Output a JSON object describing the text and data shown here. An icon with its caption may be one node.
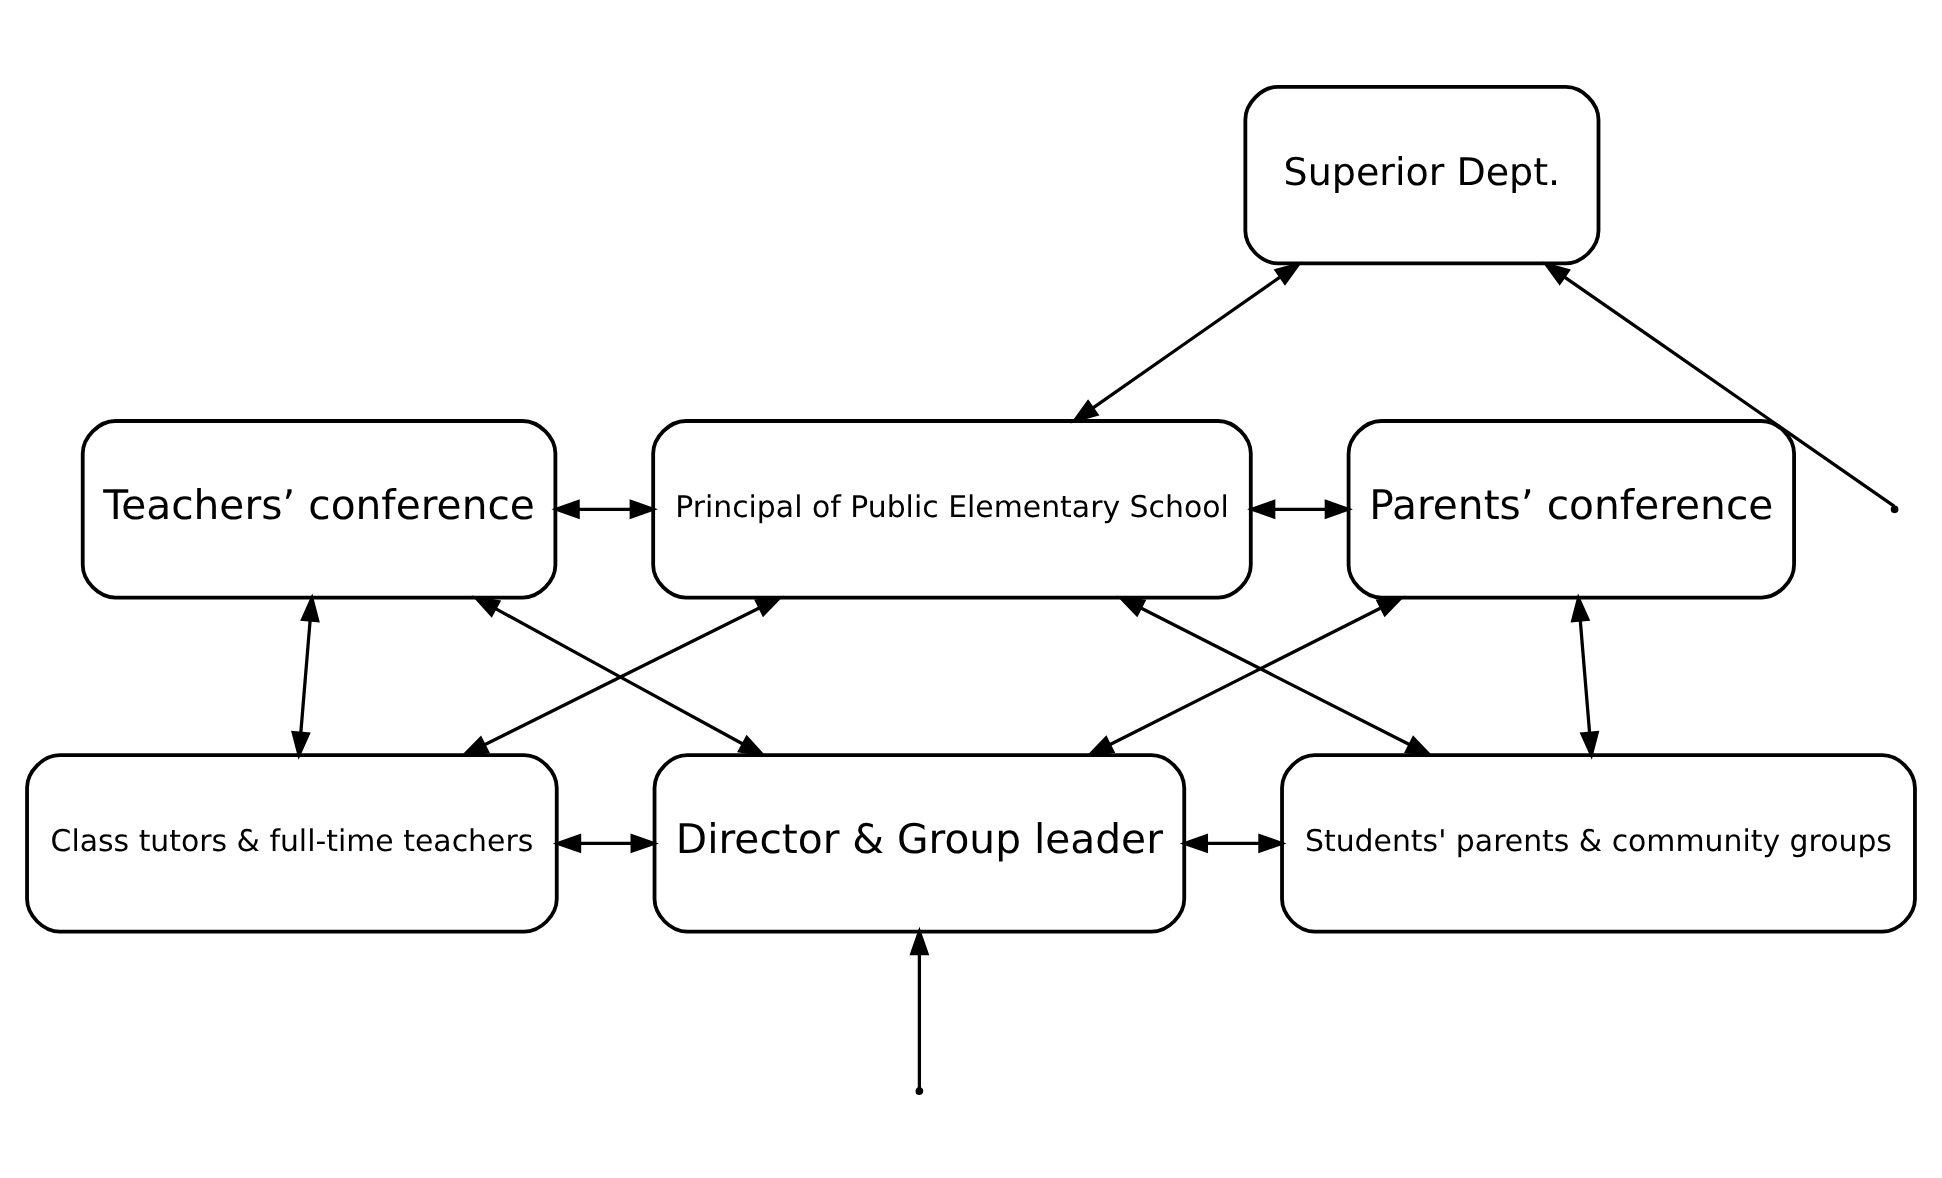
{
  "diagram": {
    "nodes": [
      {
        "text": [
          "Superior Dept."
        ]
      },
      {
        "text": [
          "Teachers’ conference"
        ]
      },
      {
        "text": [
          "Principal of Public Elementary School"
        ]
      },
      {
        "text": [
          "Parents’ conference"
        ]
      },
      {
        "text": [
          "Class tutors & full-time teachers"
        ]
      },
      {
        "text": [
          "Director & Group leader"
        ]
      },
      {
        "text": [
          "Students' parents & community groups"
        ]
      }
    ],
    "edges": [
      {
        "from": 0,
        "to": 2,
        "arrow": "both"
      },
      {
        "from": 1,
        "to": 2,
        "arrow": "both"
      },
      {
        "from": 2,
        "to": 3,
        "arrow": "both"
      },
      {
        "from": 1,
        "to": 4,
        "arrow": "both"
      },
      {
        "from": 2,
        "to": 4,
        "arrow": "both"
      },
      {
        "from": 1,
        "to": 5,
        "arrow": "both"
      },
      {
        "from": 2,
        "to": 6,
        "arrow": "both"
      },
      {
        "from": 3,
        "to": 5,
        "arrow": "both"
      },
      {
        "from": 3,
        "to": 6,
        "arrow": "both"
      },
      {
        "from": 4,
        "to": 5,
        "arrow": "both"
      },
      {
        "from": 5,
        "to": 6,
        "arrow": "both"
      },
      {
        "from": null,
        "to": 0,
        "arrow": "to"
      },
      {
        "from": null,
        "to": 5,
        "arrow": "to"
      }
    ]
  }
}
